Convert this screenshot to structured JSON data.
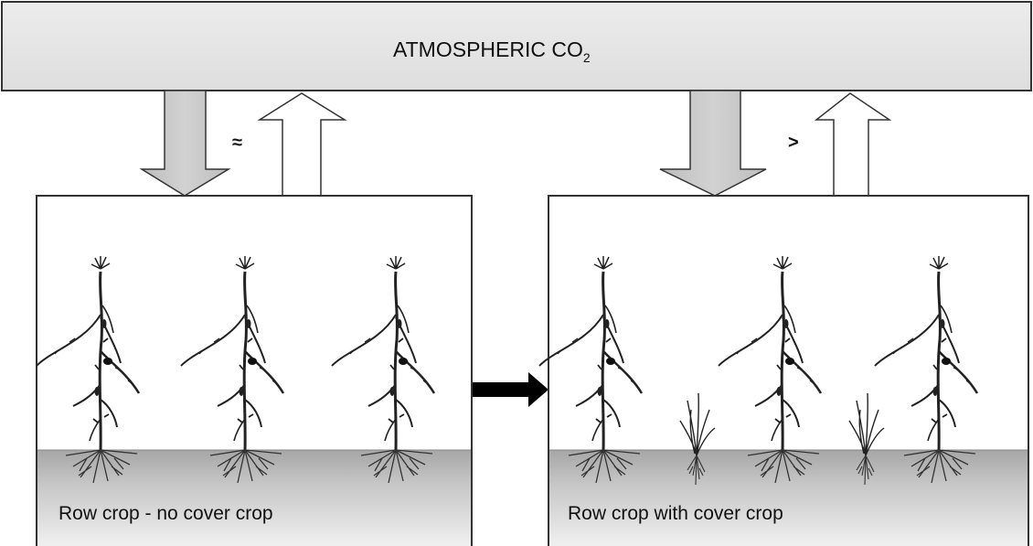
{
  "banner": {
    "label_main": "ATMOSPHERIC CO",
    "label_subscript": "2"
  },
  "left_panel": {
    "relation_symbol": "≈",
    "label": "Row crop - no cover crop",
    "arrows": [
      "down-arrow-icon",
      "up-arrow-icon"
    ]
  },
  "right_panel": {
    "relation_symbol": ">",
    "label": "Row crop with cover crop",
    "arrows": [
      "down-arrow-icon",
      "up-arrow-icon"
    ]
  },
  "transition_arrow": "right-arrow-icon",
  "colors": {
    "banner_fill": "#e6e6e6",
    "down_arrow_fill": "#c8c8c8",
    "up_arrow_fill": "#ffffff",
    "outline": "#333333",
    "soil_top": "#aaaaaa",
    "soil_bottom": "#ececec",
    "plant": "#222222"
  }
}
